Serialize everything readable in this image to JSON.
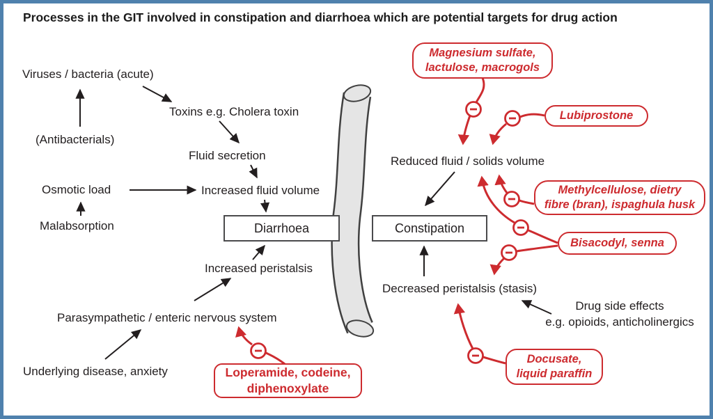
{
  "title": "Processes in the GIT involved in constipation and diarrhoea which are potential targets for drug action",
  "colors": {
    "frame_blue": "#4f81ad",
    "inhibit_red": "#cd2b2f",
    "text_black": "#221e1f",
    "tube_fill": "#e5e5e5",
    "tube_outline": "#404040"
  },
  "nodes": {
    "viruses": "Viruses / bacteria (acute)",
    "antibacterials": "(Antibacterials)",
    "toxins": "Toxins e.g. Cholera toxin",
    "fluid_secretion": "Fluid secretion",
    "osmotic_load": "Osmotic load",
    "malabsorption": "Malabsorption",
    "increased_fluid_volume": "Increased fluid volume",
    "diarrhoea": "Diarrhoea",
    "increased_peristalsis": "Increased peristalsis",
    "parasympathetic": "Parasympathetic / enteric nervous system",
    "underlying_disease": "Underlying disease, anxiety",
    "reduced_fluid": "Reduced fluid / solids volume",
    "constipation": "Constipation",
    "decreased_peristalsis": "Decreased peristalsis (stasis)",
    "drug_side_effects": "Drug side effects\ne.g. opioids, anticholinergics"
  },
  "drugs": {
    "magnesium": "Magnesium sulfate,\nlactulose, macrogols",
    "lubiprostone": "Lubiprostone",
    "methylcellulose": "Methylcellulose, dietry\nfibre (bran), ispaghula husk",
    "bisacodyl": "Bisacodyl, senna",
    "docusate": "Docusate,\nliquid paraffin",
    "loperamide": "Loperamide, codeine,\ndiphenoxylate"
  }
}
